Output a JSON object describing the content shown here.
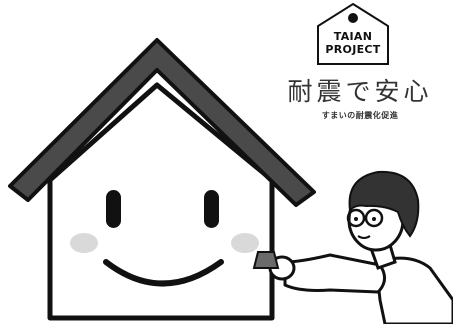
{
  "logo": {
    "line1": "TAIAN",
    "line2": "PROJECT"
  },
  "title": "耐震で安心",
  "subtitle": "すまいの耐震化促進",
  "colors": {
    "roof": "#4a4a4a",
    "outline": "#111111",
    "cheek": "#d9d9d9",
    "background": "#ffffff"
  }
}
